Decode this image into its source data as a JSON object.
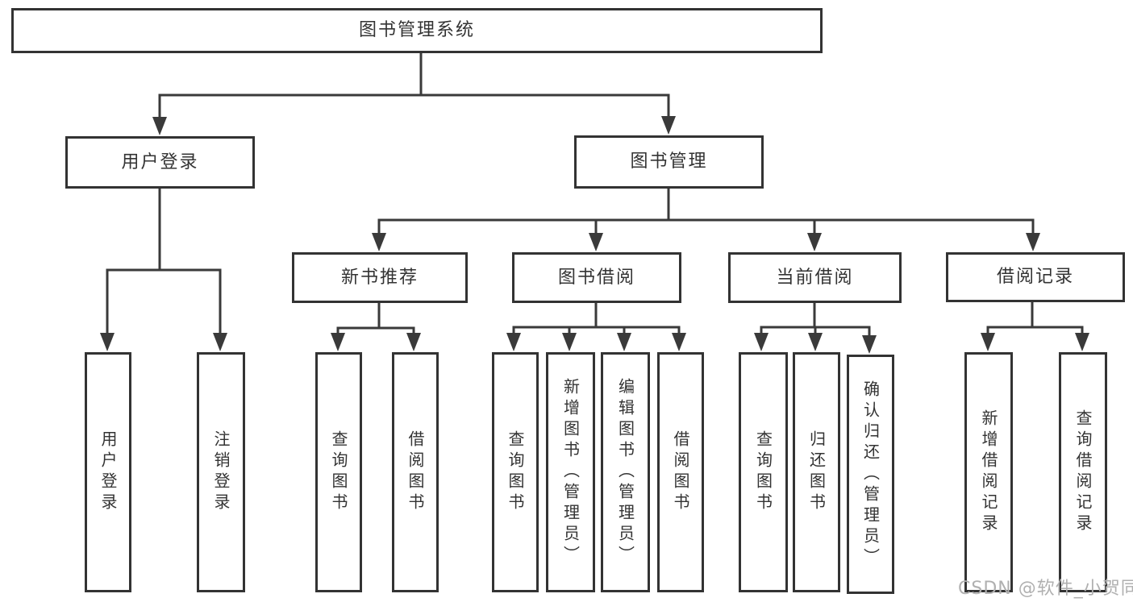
{
  "tree": {
    "root": {
      "label": "图书管理系统",
      "children": [
        {
          "label": "用户登录",
          "children": [
            {
              "label": "用户登录"
            },
            {
              "label": "注销登录"
            }
          ]
        },
        {
          "label": "图书管理",
          "children": [
            {
              "label": "新书推荐",
              "children": [
                {
                  "label": "查询图书"
                },
                {
                  "label": "借阅图书"
                }
              ]
            },
            {
              "label": "图书借阅",
              "children": [
                {
                  "label": "查询图书"
                },
                {
                  "label": "新增图书（管理员）"
                },
                {
                  "label": "编辑图书（管理员）"
                },
                {
                  "label": "借阅图书"
                }
              ]
            },
            {
              "label": "当前借阅",
              "children": [
                {
                  "label": "查询图书"
                },
                {
                  "label": "归还图书"
                },
                {
                  "label": "确认归还（管理员）"
                }
              ]
            },
            {
              "label": "借阅记录",
              "children": [
                {
                  "label": "新增借阅记录"
                },
                {
                  "label": "查询借阅记录"
                }
              ]
            }
          ]
        }
      ]
    }
  },
  "watermark": {
    "text": "CSDN @软件_小贺同学"
  },
  "colors": {
    "line": "#3a3a3a",
    "box_border": "#333333",
    "text": "#333333",
    "watermark": "#b0b0b0",
    "background": "#ffffff"
  }
}
